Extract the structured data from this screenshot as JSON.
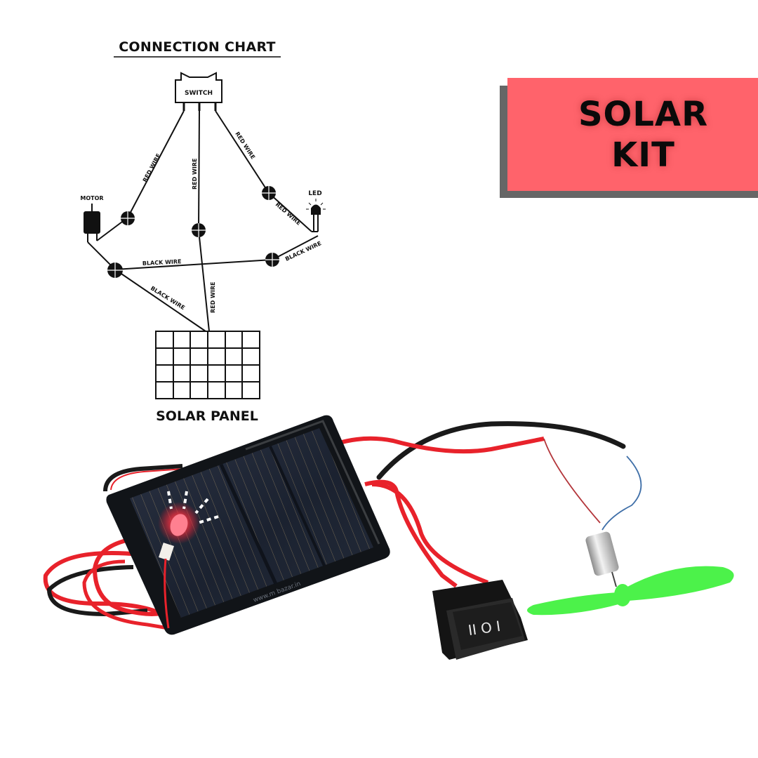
{
  "diagram": {
    "title": "CONNECTION CHART",
    "components": {
      "switch": "SWITCH",
      "motor": "MOTOR",
      "led": "LED",
      "solar_panel": "SOLAR PANEL"
    },
    "wire_labels": {
      "switch_to_motor": "RED WIRE",
      "switch_to_panel": "RED WIRE",
      "switch_to_led": "RED WIRE",
      "junction_to_led": "RED WIRE",
      "led_to_junction": "BLACK WIRE",
      "cross_black": "BLACK WIRE",
      "junction_to_panel_black": "BLACK WIRE",
      "panel_red": "RED WIRE"
    },
    "solar_panel_grid": {
      "rows": 4,
      "cols": 6
    }
  },
  "badge": {
    "line1": "SOLAR",
    "line2": "KIT",
    "bg_color": "#ff636b",
    "shadow_color": "#666666"
  },
  "photo": {
    "watermark": "www.m  bazar.in",
    "switch_symbols": "II O I",
    "colors": {
      "panel": "#1c2433",
      "red_wire": "#e8222b",
      "black_wire": "#1a1a1a",
      "propeller": "#4cf24a",
      "led_glow": "#ff3b4a"
    }
  }
}
